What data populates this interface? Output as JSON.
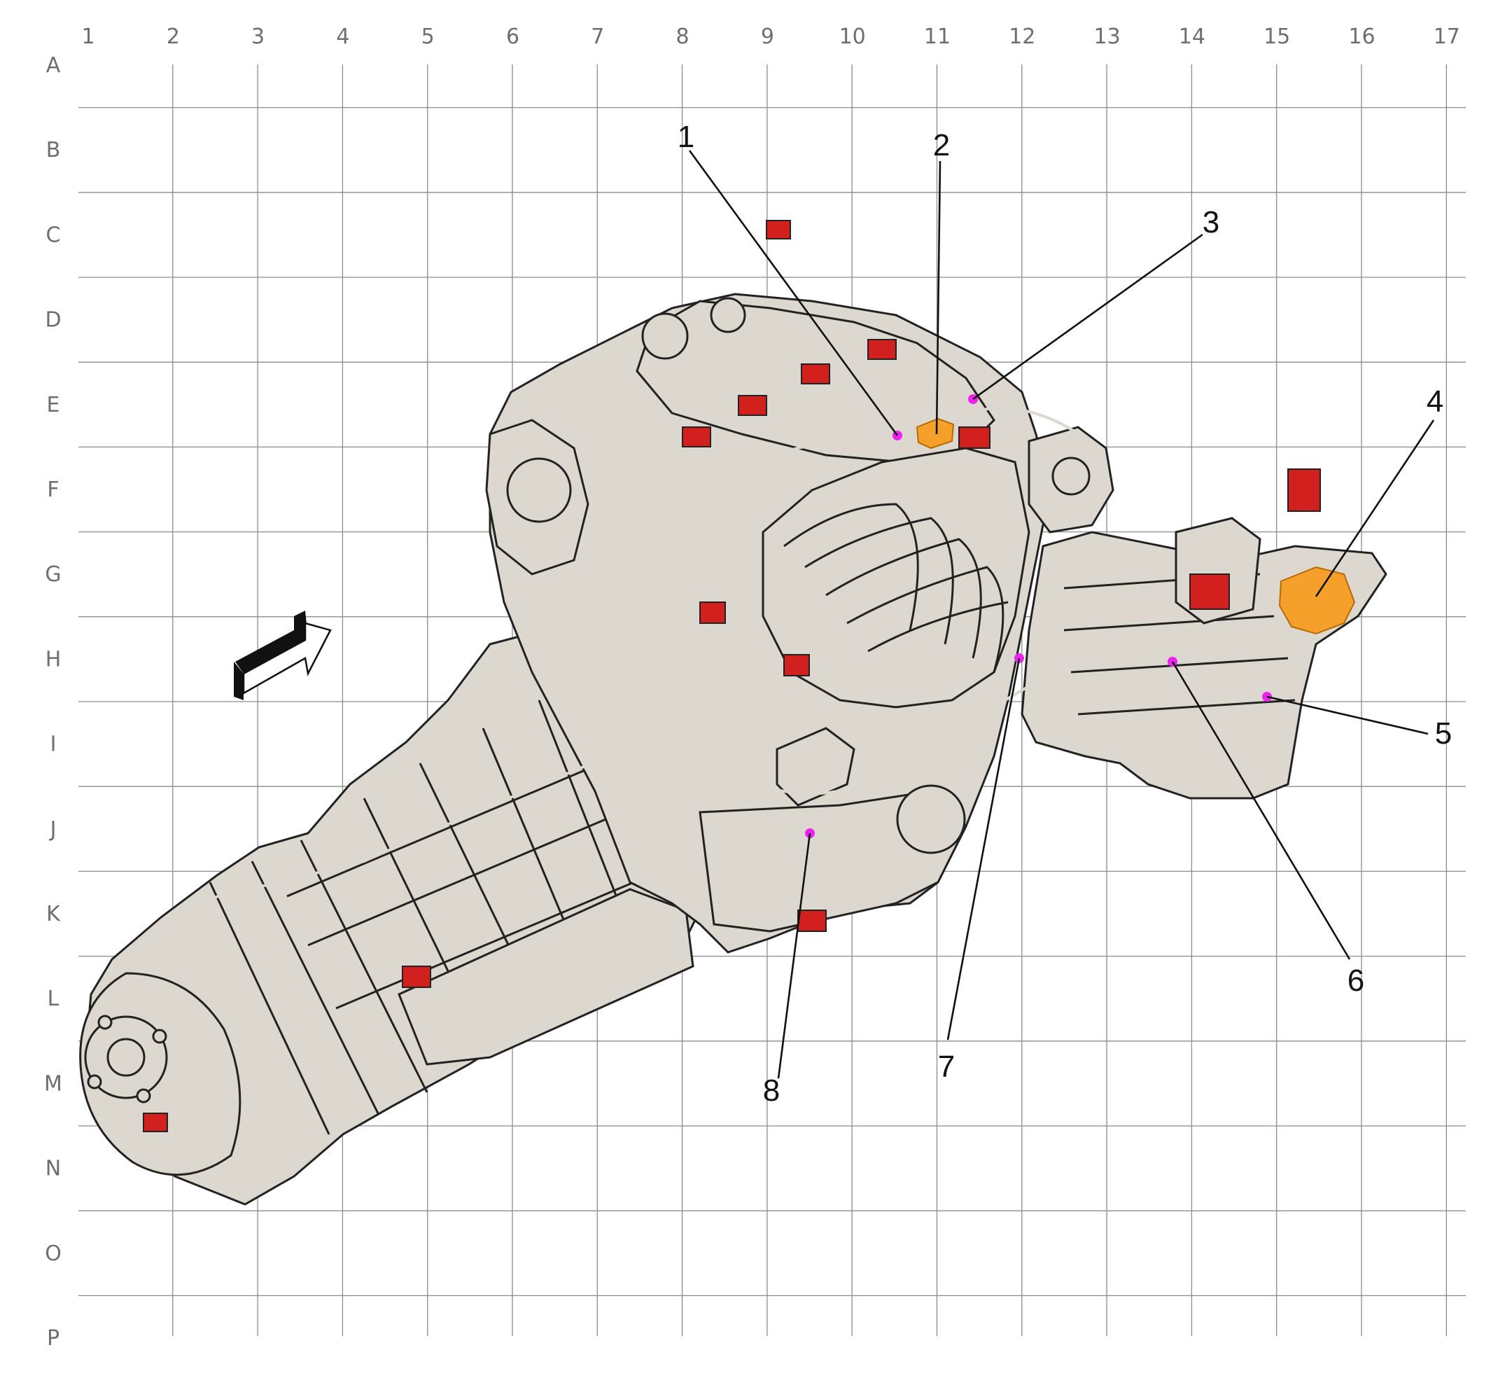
{
  "grid": {
    "columns": [
      "1",
      "2",
      "3",
      "4",
      "5",
      "6",
      "7",
      "8",
      "9",
      "10",
      "11",
      "12",
      "13",
      "14",
      "15",
      "16",
      "17"
    ],
    "rows": [
      "A",
      "B",
      "C",
      "D",
      "E",
      "F",
      "G",
      "H",
      "I",
      "J",
      "K",
      "L",
      "M",
      "N",
      "O",
      "P"
    ]
  },
  "callouts": [
    {
      "label": "1",
      "target_row": "E",
      "target_col": "10-11"
    },
    {
      "label": "2",
      "target_row": "E",
      "target_col": "11"
    },
    {
      "label": "3",
      "target_row": "E",
      "target_col": "11-12"
    },
    {
      "label": "4",
      "target_row": "G",
      "target_col": "15-16"
    },
    {
      "label": "5",
      "target_row": "H-I",
      "target_col": "15"
    },
    {
      "label": "6",
      "target_row": "H",
      "target_col": "14"
    },
    {
      "label": "7",
      "target_row": "H",
      "target_col": "12"
    },
    {
      "label": "8",
      "target_row": "J",
      "target_col": "9-10"
    }
  ],
  "colors": {
    "harness": "#d2201f",
    "component_highlight": "#f5a02a",
    "location_dot": "#ee22ee",
    "engine_fill": "#dcd8cf",
    "outline": "#222222",
    "grid": "#8c8c8c"
  },
  "direction_indicator": "front-arrow-icon"
}
